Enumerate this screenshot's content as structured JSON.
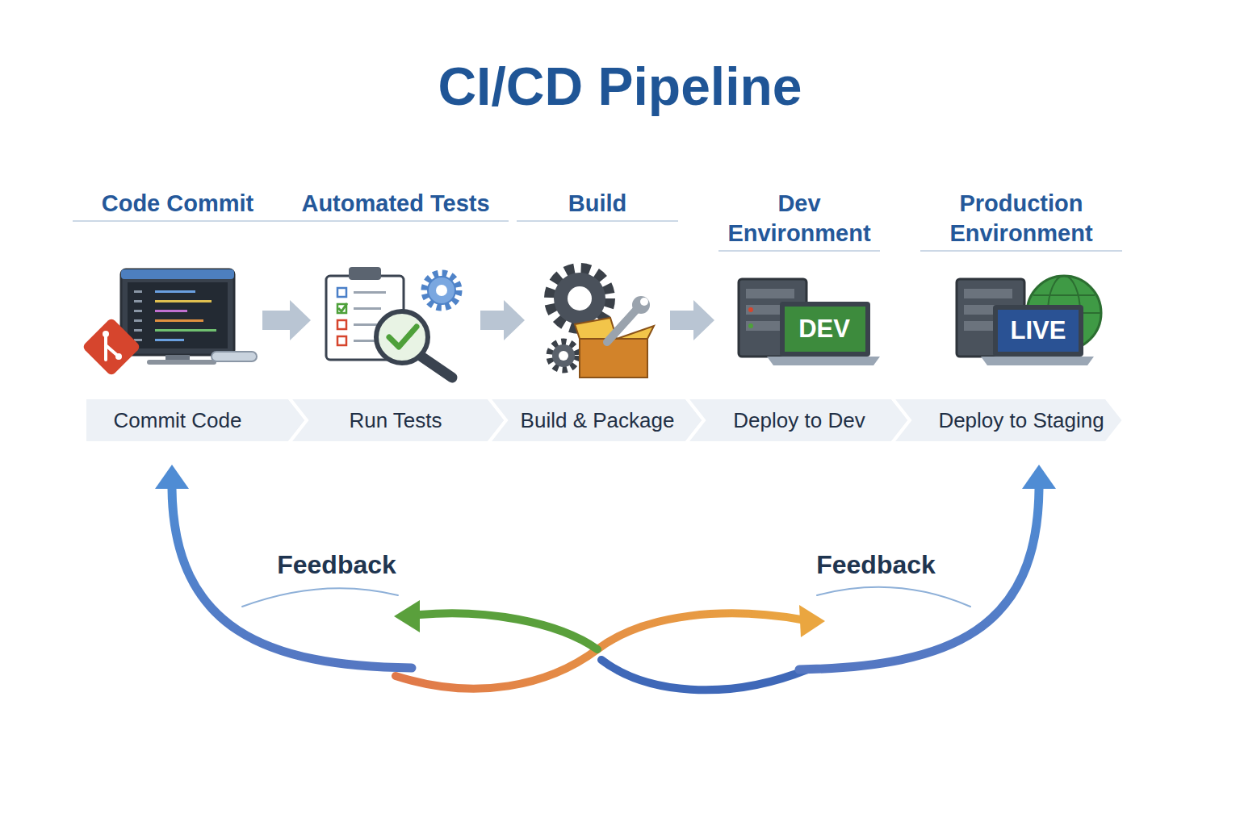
{
  "diagram": {
    "title": "CI/CD Pipeline",
    "nodes": [
      {
        "text": [
          "Code Commit",
          "Commit Code"
        ]
      },
      {
        "text": [
          "Automated Tests",
          "Run Tests"
        ]
      },
      {
        "text": [
          "Build",
          "Build & Package"
        ]
      },
      {
        "text": [
          "Dev Environment",
          "Deploy to Dev"
        ]
      },
      {
        "text": [
          "Production Environment",
          "Deploy to Staging"
        ]
      }
    ],
    "edges": [
      {
        "from": 0,
        "to": 1,
        "arrow": "to"
      },
      {
        "from": 1,
        "to": 2,
        "arrow": "to"
      },
      {
        "from": 2,
        "to": 3,
        "arrow": "to"
      }
    ],
    "labels": [
      "DEV",
      "LIVE",
      "Feedback",
      "Feedback"
    ]
  }
}
